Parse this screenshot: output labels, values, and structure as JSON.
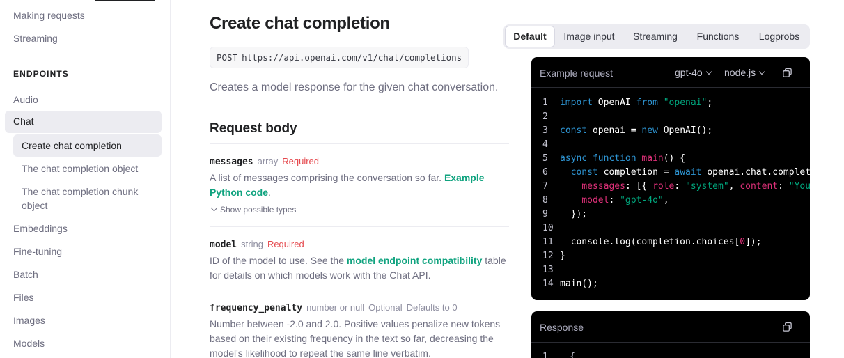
{
  "sidebar": {
    "items_top": [
      "Making requests",
      "Streaming"
    ],
    "section": "ENDPOINTS",
    "audio": "Audio",
    "chat": "Chat",
    "chat_sub": [
      "Create chat completion",
      "The chat completion object",
      "The chat completion chunk object"
    ],
    "items_bottom": [
      "Embeddings",
      "Fine-tuning",
      "Batch",
      "Files",
      "Images",
      "Models"
    ]
  },
  "main": {
    "title": "Create chat completion",
    "endpoint": {
      "method": "POST",
      "url": "https://api.openai.com/v1/chat/completions"
    },
    "description": "Creates a model response for the given chat conversation.",
    "request_body_title": "Request body",
    "params": [
      {
        "name": "messages",
        "type": "array",
        "requirement": "Required",
        "desc_prefix": "A list of messages comprising the conversation so far.",
        "desc_link": "Example Python code",
        "desc_suffix": ".",
        "show_types": "Show possible types"
      },
      {
        "name": "model",
        "type": "string",
        "requirement": "Required",
        "desc_prefix": "ID of the model to use. See the",
        "desc_link": "model endpoint compatibility",
        "desc_suffix": "table for details on which models work with the Chat API."
      },
      {
        "name": "frequency_penalty",
        "type": "number or null",
        "requirement": "Optional",
        "default": "Defaults to 0",
        "desc": "Number between -2.0 and 2.0. Positive values penalize new tokens based on their existing frequency in the text so far, decreasing the model's likelihood to repeat the same line verbatim."
      }
    ]
  },
  "tabs": [
    "Default",
    "Image input",
    "Streaming",
    "Functions",
    "Logprobs"
  ],
  "active_tab": "Default",
  "example": {
    "title": "Example request",
    "model_select": "gpt-4o",
    "lang_select": "node.js",
    "line_numbers": [
      "1",
      "2",
      "3",
      "4",
      "5",
      "6",
      "7",
      "8",
      "9",
      "10",
      "11",
      "12",
      "13",
      "14"
    ]
  },
  "response": {
    "title": "Response",
    "first_line_number": "1",
    "first_char": "{"
  },
  "icons": {
    "copy": "copy-icon",
    "chevron": "chevron-down-icon"
  },
  "colors": {
    "accent_link": "#10a37f",
    "required": "#e5484d",
    "code_bg": "#000000"
  }
}
